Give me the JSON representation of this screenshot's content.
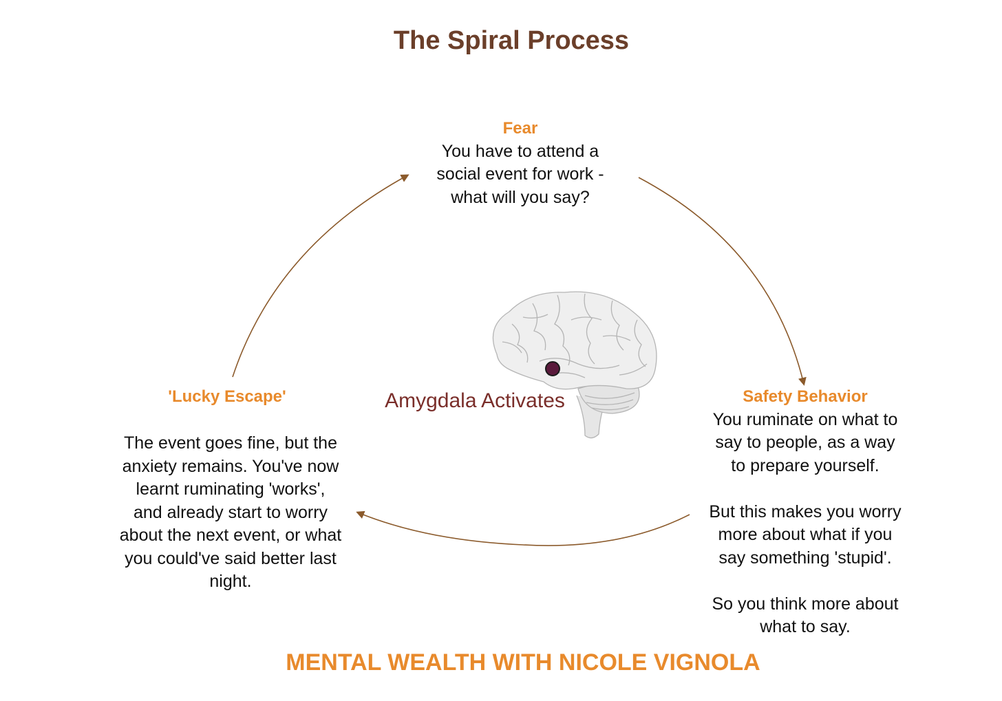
{
  "title": "The Spiral Process",
  "nodes": {
    "fear": {
      "heading": "Fear",
      "body": "You have to attend a\nsocial event for work -\nwhat will you say?"
    },
    "safety": {
      "heading": "Safety Behavior",
      "body": "You ruminate on what to\nsay to people, as a way\nto prepare yourself.\n\nBut this makes you worry\nmore about what if you\nsay something 'stupid'.\n\nSo you think more about\nwhat to say."
    },
    "lucky": {
      "heading": "'Lucky Escape'",
      "body": "The event goes fine, but the\nanxiety remains. You've now\nlearnt ruminating 'works',\nand already start to worry\nabout the next event, or what\nyou could've said better last\nnight."
    }
  },
  "center": {
    "label": "Amygdala Activates",
    "icon": "brain-icon"
  },
  "footer": "MENTAL WEALTH WITH NICOLE VIGNOLA",
  "colors": {
    "title": "#6b3f2a",
    "heading": "#e88a2c",
    "arrow": "#8b5a2b",
    "amygdala_label": "#7a2e2a",
    "amygdala_dot": "#5a1a3c",
    "footer": "#e88a2c"
  }
}
